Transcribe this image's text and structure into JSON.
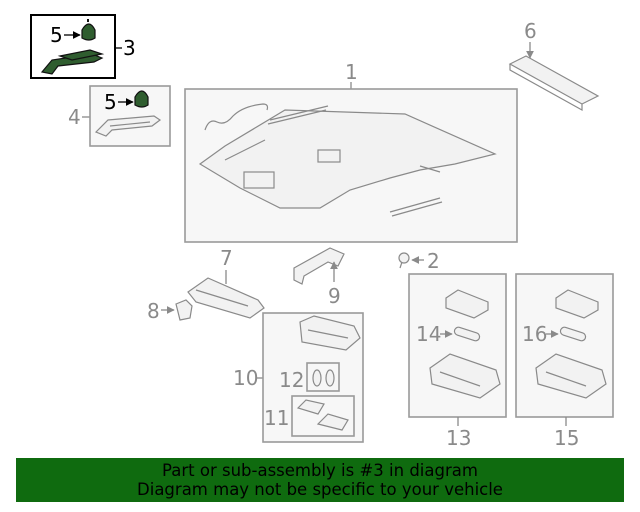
{
  "callouts": {
    "c1": "1",
    "c2": "2",
    "c3": "3",
    "c4": "4",
    "c5a": "5",
    "c5b": "5",
    "c6": "6",
    "c7": "7",
    "c8": "8",
    "c9": "9",
    "c10": "10",
    "c11": "11",
    "c12": "12",
    "c13": "13",
    "c14": "14",
    "c15": "15",
    "c16": "16"
  },
  "banner": {
    "line1": "Part or sub-assembly is #3 in diagram",
    "line2": "Diagram may not be specific to your vehicle"
  },
  "colors": {
    "banner_bg": "#0f6b0f",
    "highlight_part": "#2f5d2f",
    "part_stroke": "#8a8a8a"
  }
}
